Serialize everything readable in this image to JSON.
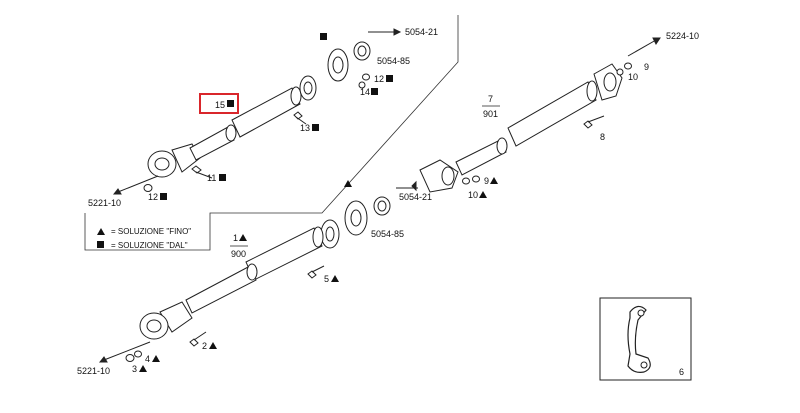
{
  "callouts": {
    "top_group": {
      "ref_5054_21": "5054-21",
      "ref_5054_85": "5054-85",
      "item_12": "12",
      "item_14": "14",
      "item_15": "15",
      "item_13": "13",
      "item_11": "11",
      "item_12b": "12",
      "ref_5221_10": "5221-10"
    },
    "right_group": {
      "ref_5224_10": "5224-10",
      "item_9": "9",
      "item_10": "10",
      "frac_num": "7",
      "frac_den": "901",
      "item_8": "8",
      "item_9b": "9",
      "item_10b": "10",
      "ref_5054_21": "5054-21"
    },
    "bottom_group": {
      "ref_5054_85": "5054-85",
      "frac_num": "1",
      "frac_den": "900",
      "item_5": "5",
      "item_2": "2",
      "item_4": "4",
      "item_3": "3",
      "ref_5221_10": "5221-10"
    },
    "inset": {
      "item_6": "6"
    }
  },
  "legend": {
    "triangle_label": "= SOLUZIONE \"FINO\"",
    "square_label": "= SOLUZIONE \"DAL\""
  },
  "highlight_color": "#d9262b"
}
